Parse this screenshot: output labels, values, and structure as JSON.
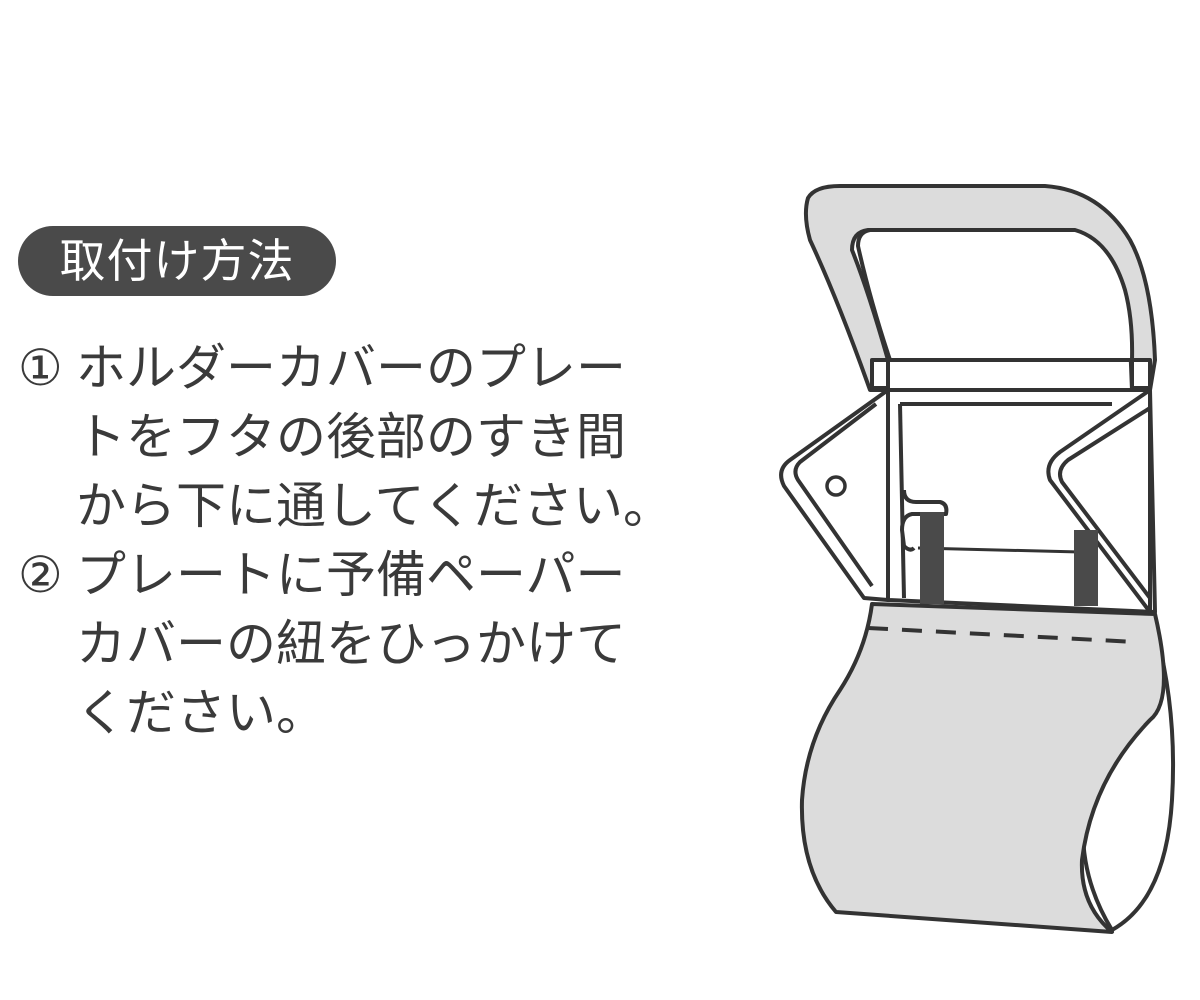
{
  "heading": "取付け方法",
  "steps": [
    {
      "num": "①",
      "lines": [
        "ホルダーカバーのプレー",
        "トをフタの後部のすき間",
        "から下に通してください。"
      ]
    },
    {
      "num": "②",
      "lines": [
        "プレートに予備ペーパー",
        "カバーの紐をひっかけて",
        "ください。"
      ]
    }
  ],
  "colors": {
    "dark": "#4a4a4a",
    "text": "#3a3a3a",
    "fill": "#dcdcdc",
    "line": "#333333"
  },
  "icons": [
    "toilet-paper-holder-cover-illustration"
  ]
}
